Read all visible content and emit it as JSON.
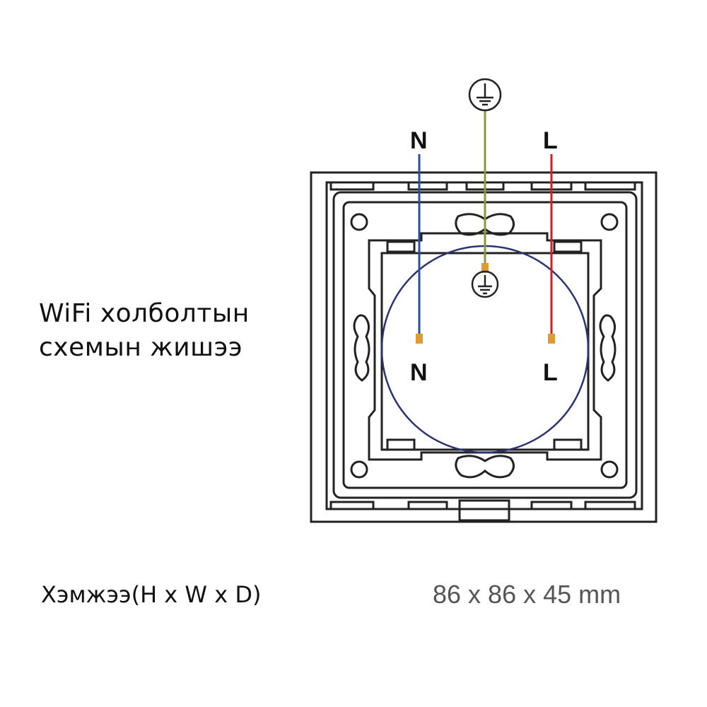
{
  "title": {
    "line1": "WiFi холболтын",
    "line2": "схемын жишээ"
  },
  "dimensions": {
    "label": "Хэмжээ(H x W x D)",
    "value": "86 x 86 x 45 mm"
  },
  "wiring": {
    "top_labels": {
      "neutral": "N",
      "live": "L"
    },
    "terminal_labels": {
      "neutral": "N",
      "live": "L"
    },
    "ground_icon": "ground-symbol-icon",
    "wire_colors": {
      "neutral": "#2b4f9e",
      "ground": "#8a9a3a",
      "live": "#cc2222"
    }
  }
}
